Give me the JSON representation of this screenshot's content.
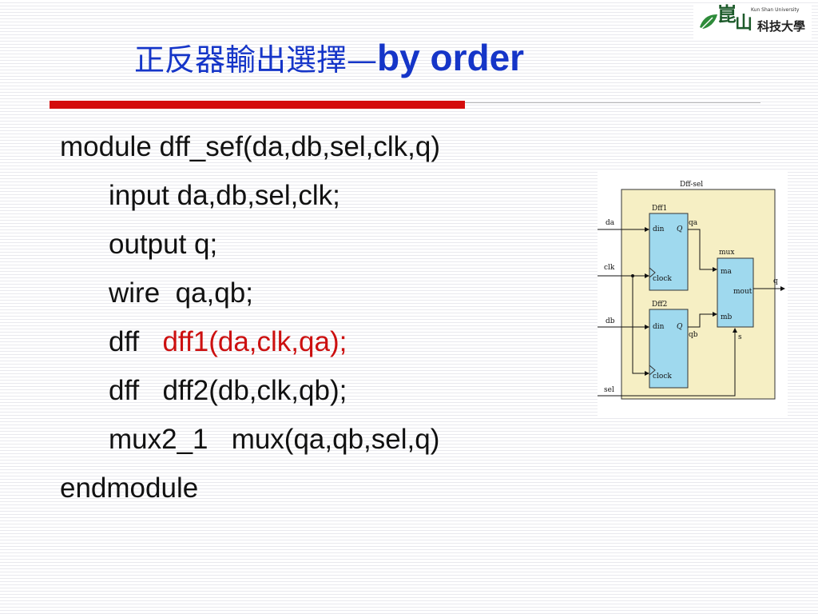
{
  "logo": {
    "text_en": "Kun Shan University",
    "text_zh": "崑山科技大學"
  },
  "title": {
    "zh": "正反器輸出選擇",
    "dash": "—",
    "en": "by order"
  },
  "code": {
    "line1": "module dff_sef(da,db,sel,clk,q)",
    "line2": "input da,db,sel,clk;",
    "line3": "output q;",
    "line4": "wire  qa,qb;",
    "line5_kw": "dff   ",
    "line5_inst": "dff1(da,clk,qa);",
    "line6": "dff   dff2(db,clk,qb);",
    "line7": "mux2_1   mux(qa,qb,sel,q)",
    "line8": "endmodule"
  },
  "diagram": {
    "title": "Dff-sel",
    "inputs": [
      "da",
      "clk",
      "db",
      "sel"
    ],
    "dff1": {
      "name": "Dff1",
      "din": "din",
      "clock": "clock",
      "q": "Q",
      "out": "qa"
    },
    "dff2": {
      "name": "Dff2",
      "din": "din",
      "clock": "clock",
      "q": "Q",
      "out": "qb"
    },
    "mux": {
      "name": "mux",
      "ma": "ma",
      "mb": "mb",
      "mout": "mout",
      "s": "s"
    },
    "output": "q"
  },
  "colors": {
    "title": "#1535c8",
    "accent_red": "#d40c0c",
    "diagram_bg": "#f6efc4",
    "block_fill": "#9fd9ee"
  }
}
